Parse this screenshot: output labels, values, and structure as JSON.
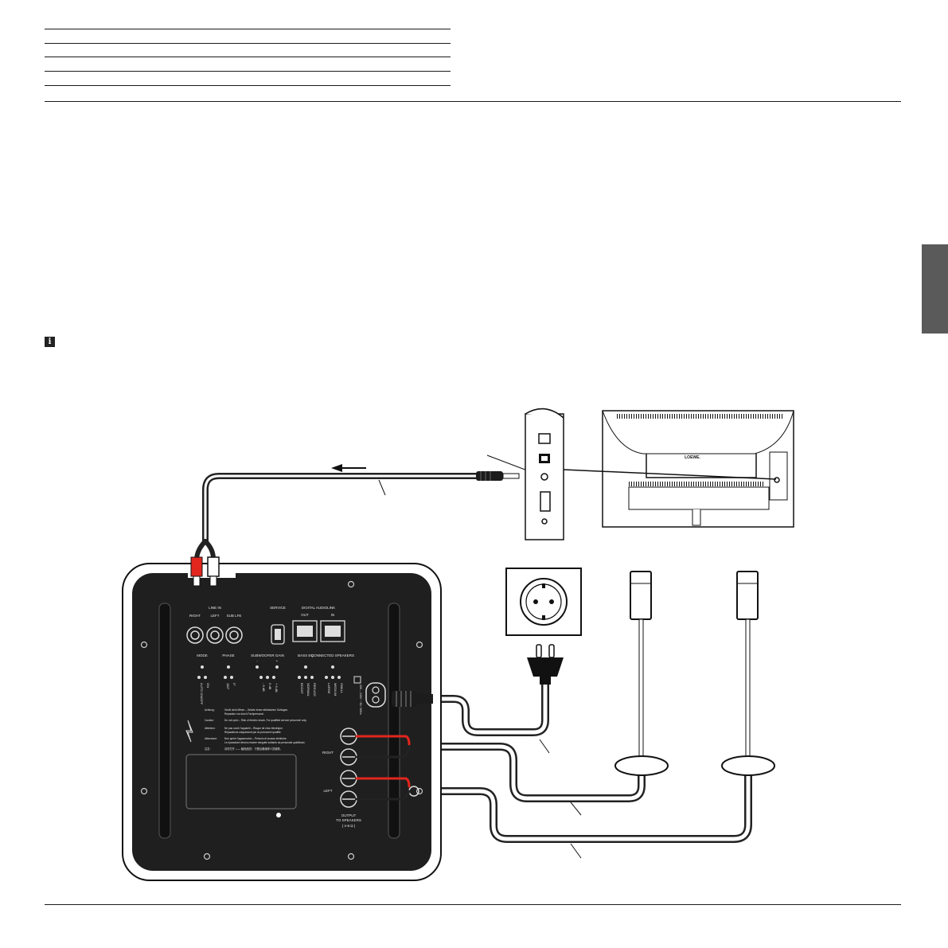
{
  "header": {
    "table_rows": 5
  },
  "info_icon": {
    "glyph": "i",
    "name": "info-icon"
  },
  "colors": {
    "panel": "#1f1f1f",
    "cable": "#333333",
    "red_plug": "#e0261d",
    "tab": "#5a5a5a"
  },
  "subwoofer_panel": {
    "line_in": "LINE IN",
    "right": "RIGHT",
    "left": "LEFT",
    "sub_lfe": "SUB LFE",
    "service": "SERVICE",
    "digital_audiolink": "DIGITAL AUDIOLINK",
    "out": "OUT",
    "in": "IN",
    "mode": "MODE",
    "phase": "PHASE",
    "subwoofer_gain": "SUBWOOFER GAIN",
    "bass_eq": "BASS EQ",
    "connected_speakers": "CONNECTED SPEAKERS",
    "auto_on_off": "AUTO ON/OFF",
    "on": "ON",
    "deg180": "180°",
    "deg0": "0°",
    "gain_minus": "-",
    "gain_plus": "+",
    "gain_m6": "- 6 dB",
    "gain_0": "0 dB",
    "gain_p6": "+ 6 dB",
    "boost": "BOOST",
    "normal": "NORMAL",
    "reduce": "REDUCE",
    "large": "LARGE",
    "medium": "MEDIUM",
    "small": "SMALL",
    "mains": "200 – 240V ~ 50 / 60Hz",
    "warn_achtung": "Achtung:",
    "warn_achtung_text": "Gerät nicht öffnen – Gefahr eines elektrischen Schlages.",
    "warn_achtung_text2": "Reparatur nur durch Fachpersonal.",
    "warn_caution": "Caution:",
    "warn_caution_text": "Do not open – Risk of electric shock. For qualified service personnel only.",
    "warn_attention": "Attention:",
    "warn_attention_text": "Ne pas ouvrir l'appareil – Risque de choc électrique.",
    "warn_attention_text2": "Réparations uniquement par du personnel qualifié.",
    "warn_attenzione": "Attenzione:",
    "warn_attenzione_text": "Non aprire l'apparecchio – Pericolo di scosse elettriche.",
    "warn_attenzione_text2": "Le riparazioni devono essere eseguite soltanto da personale qualificato.",
    "warn_cn": "注意：",
    "warn_cn_text": "请勿打开 —— 触电危险！ 只限合格维修人员维修。",
    "out_right": "RIGHT",
    "out_left": "LEFT",
    "output_to_speakers": "OUTPUT",
    "output_to_speakers2": "TO SPEAKERS",
    "output_ohm": "( 4-8 Ω )"
  },
  "tv": {
    "brand": "LOEWE."
  }
}
